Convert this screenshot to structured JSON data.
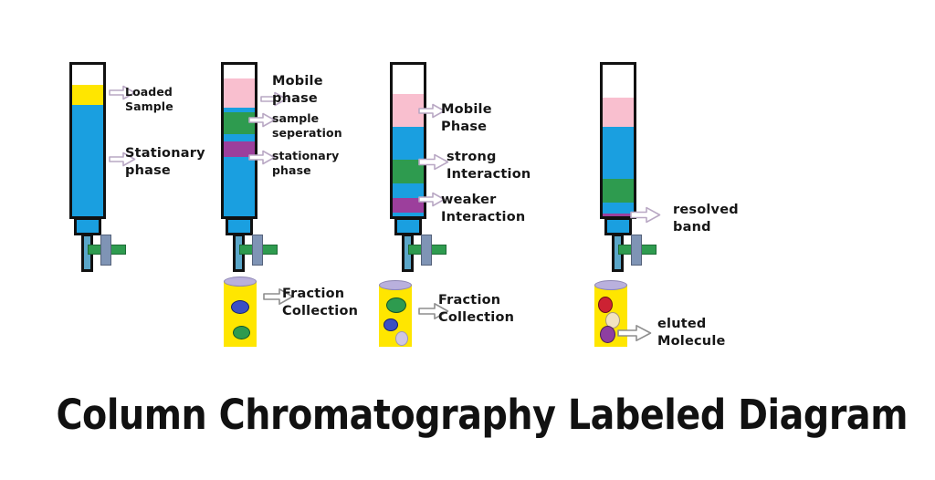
{
  "diagram": {
    "title": "Column Chromatography Labeled Diagram",
    "background_color": "#ffffff",
    "palette": {
      "stationary_phase": "#1a9fe0",
      "loaded_sample": "#ffe600",
      "mobile_phase": "#f9bfcf",
      "band_green": "#2e9b4f",
      "band_purple": "#9c3f9c",
      "vial_body": "#ffe600",
      "vial_lip": "#b9b0dd",
      "glass_outline": "#111111",
      "arrow_stroke": "#b9a8c4",
      "title_color": "#111111",
      "stopcock_green": "#2e9b4f",
      "stopcock_gray": "#7f94b5"
    },
    "stages": [
      {
        "id": "stage-1",
        "name": "sample-loading",
        "column": {
          "headspace_label": "empty-headspace",
          "bands": [
            {
              "name": "loaded-sample-band",
              "color": "#ffe600"
            },
            {
              "name": "stationary-phase-band",
              "color": "#1a9fe0"
            }
          ]
        },
        "labels": [
          {
            "name": "label-loaded-sample",
            "text": "Loaded\nSample",
            "emphasis": "normal"
          },
          {
            "name": "label-stationary-phase",
            "text": "Stationary\nphase",
            "emphasis": "strong"
          }
        ],
        "vial": null
      },
      {
        "id": "stage-2",
        "name": "mobile-phase-added",
        "column": {
          "headspace_label": "empty-headspace",
          "bands": [
            {
              "name": "mobile-phase-band",
              "color": "#f9bfcf"
            },
            {
              "name": "stationary-phase-band",
              "color": "#1a9fe0"
            },
            {
              "name": "green-analyte-band",
              "color": "#2e9b4f"
            },
            {
              "name": "purple-analyte-band",
              "color": "#9c3f9c"
            }
          ]
        },
        "labels": [
          {
            "name": "label-mobile-phase",
            "text": "Mobile\nphase",
            "emphasis": "strong"
          },
          {
            "name": "label-sample-separation",
            "text": "sample\nseperation",
            "emphasis": "normal"
          },
          {
            "name": "label-stationary-phase",
            "text": "stationary\nphase",
            "emphasis": "normal"
          }
        ],
        "vial": {
          "name": "fraction-collection-vial",
          "label": "Fraction\nCollection",
          "blobs": [
            {
              "name": "blob-blue",
              "color": "#3b4fc4"
            },
            {
              "name": "blob-green",
              "color": "#2e9b4f"
            }
          ]
        }
      },
      {
        "id": "stage-3",
        "name": "band-separation",
        "column": {
          "headspace_label": "empty-headspace",
          "bands": [
            {
              "name": "mobile-phase-band",
              "color": "#f9bfcf"
            },
            {
              "name": "stationary-phase-band",
              "color": "#1a9fe0"
            },
            {
              "name": "green-analyte-band",
              "color": "#2e9b4f"
            },
            {
              "name": "purple-analyte-band",
              "color": "#9c3f9c"
            }
          ]
        },
        "labels": [
          {
            "name": "label-mobile-phase",
            "text": "Mobile\nPhase",
            "emphasis": "strong"
          },
          {
            "name": "label-strong-interaction",
            "text": "strong\nInteraction",
            "emphasis": "strong"
          },
          {
            "name": "label-weaker-interaction",
            "text": "weaker\nInteraction",
            "emphasis": "strong"
          }
        ],
        "vial": {
          "name": "fraction-collection-vial",
          "label": "Fraction\nCollection",
          "blobs": [
            {
              "name": "blob-green",
              "color": "#2e9b4f"
            },
            {
              "name": "blob-blue",
              "color": "#3b4fc4"
            },
            {
              "name": "blob-lavender",
              "color": "#cfc6e3"
            }
          ]
        }
      },
      {
        "id": "stage-4",
        "name": "elution",
        "column": {
          "headspace_label": "empty-headspace",
          "bands": [
            {
              "name": "mobile-phase-band",
              "color": "#f9bfcf"
            },
            {
              "name": "stationary-phase-band",
              "color": "#1a9fe0"
            },
            {
              "name": "green-analyte-band",
              "color": "#2e9b4f"
            },
            {
              "name": "purple-resolved-band",
              "color": "#9c3f9c"
            }
          ]
        },
        "labels": [
          {
            "name": "label-resolved-band",
            "text": "resolved\nband",
            "emphasis": "strong"
          }
        ],
        "vial": {
          "name": "eluted-molecule-vial",
          "label": "eluted\nMolecule",
          "blobs": [
            {
              "name": "blob-red",
              "color": "#cc2233"
            },
            {
              "name": "blob-cream",
              "color": "#f2e3c0"
            },
            {
              "name": "blob-purple",
              "color": "#8e3fa0"
            }
          ]
        }
      }
    ],
    "icons": {
      "arrow": "block-arrow-right-icon"
    }
  }
}
